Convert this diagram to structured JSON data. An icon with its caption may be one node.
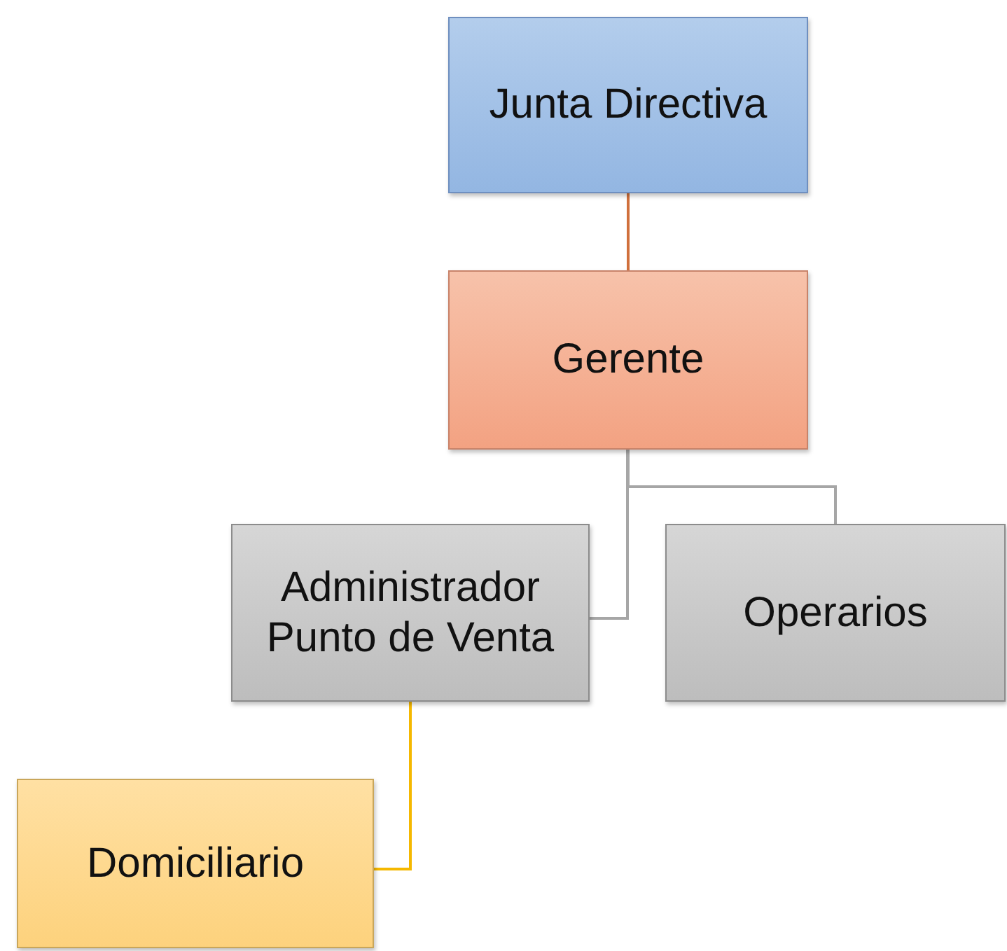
{
  "diagram": {
    "nodes": [
      {
        "text": [
          "Junta Directiva"
        ]
      },
      {
        "text": [
          "Gerente"
        ]
      },
      {
        "text": [
          "Administrador Punto de Venta"
        ]
      },
      {
        "text": [
          "Operarios"
        ]
      },
      {
        "text": [
          "Domiciliario"
        ]
      }
    ],
    "edges": [
      {
        "from": 0,
        "to": 1,
        "arrow": "none",
        "color": "#d0703c"
      },
      {
        "from": 1,
        "to": 2,
        "arrow": "none"
      },
      {
        "from": 1,
        "to": 3,
        "arrow": "none"
      },
      {
        "from": 2,
        "to": 4,
        "arrow": "none",
        "color": "#f5b800"
      }
    ]
  }
}
